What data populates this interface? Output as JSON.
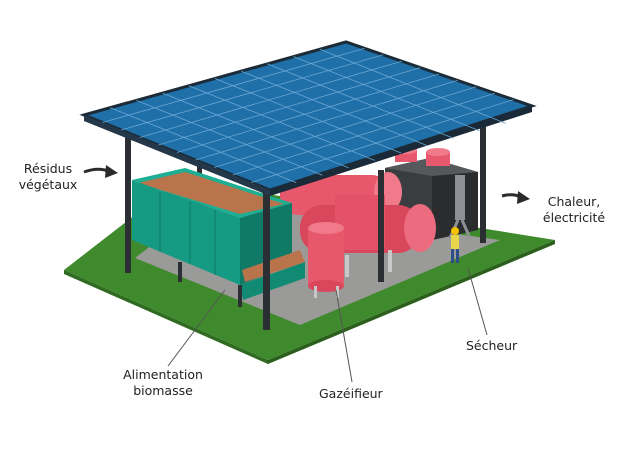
{
  "labels": {
    "input_line1": "Résidus",
    "input_line2": "végétaux",
    "output_line1": "Chaleur,",
    "output_line2": "électricité",
    "feed_line1": "Alimentation",
    "feed_line2": "biomasse",
    "gasifier": "Gazéifieur",
    "dryer": "Sécheur"
  },
  "colors": {
    "roof": "#1f6fa8",
    "roof_grid": "#6aa7d2",
    "frame": "#2b2f33",
    "grass": "#3f8a2c",
    "floor": "#9a9a98",
    "hopper": "#159b83",
    "gasifier": "#e8586d",
    "dryer": "#3a3d40",
    "chips": "#b9744c"
  }
}
